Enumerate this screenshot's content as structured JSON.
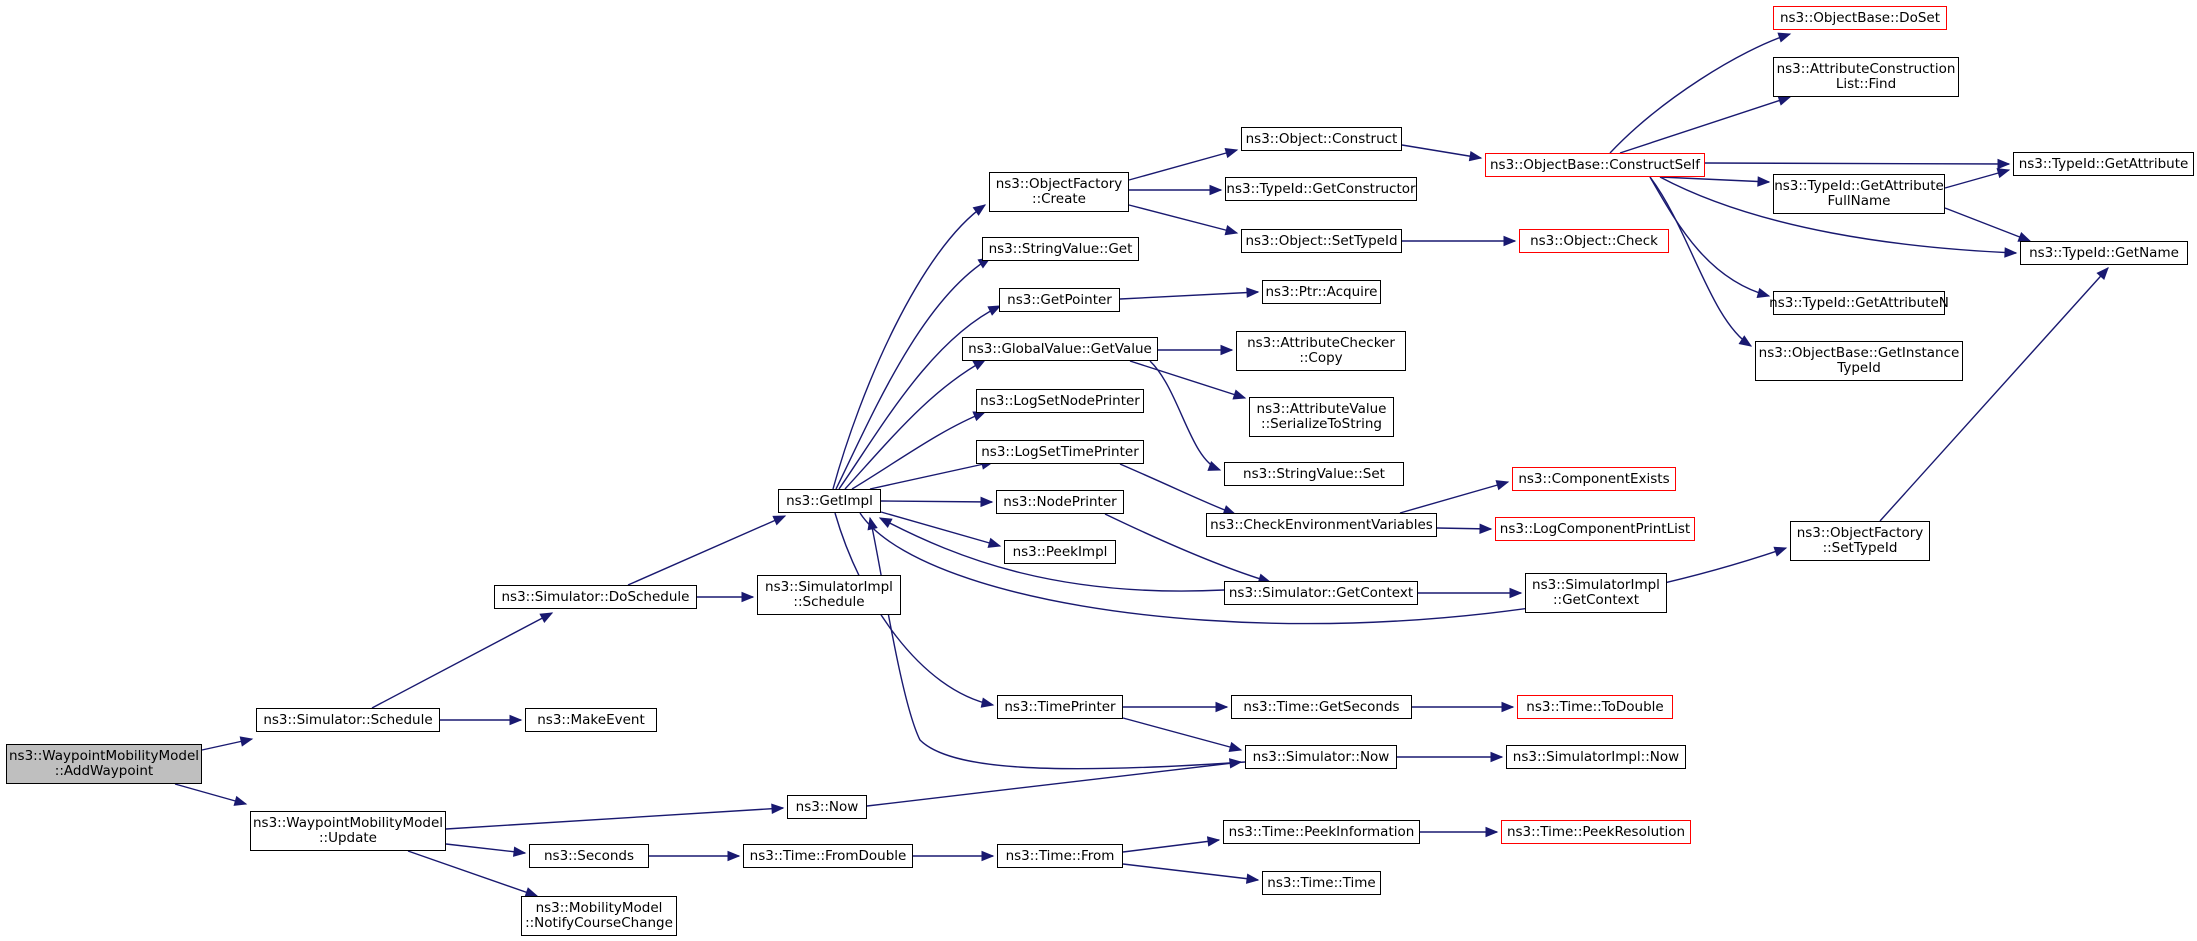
{
  "graph": {
    "edge_color": "#191970",
    "node_border_color": "#000000",
    "truncated_node_border_color": "#ff0000",
    "root_fill_color": "#bfbfbf",
    "nodes": {
      "n_root": "ns3::WaypointMobilityModel\n::AddWaypoint",
      "n_sched": "ns3::Simulator::Schedule",
      "n_update": "ns3::WaypointMobilityModel\n::Update",
      "n_dosched": "ns3::Simulator::DoSchedule",
      "n_makeevent": "ns3::MakeEvent",
      "n_now": "ns3::Now",
      "n_seconds": "ns3::Seconds",
      "n_notify": "ns3::MobilityModel\n::NotifyCourseChange",
      "n_getimpl": "ns3::GetImpl",
      "n_simimplsched": "ns3::SimulatorImpl\n::Schedule",
      "n_fromdouble": "ns3::Time::FromDouble",
      "n_objfactcreate": "ns3::ObjectFactory\n::Create",
      "n_strget": "ns3::StringValue::Get",
      "n_getpointer": "ns3::GetPointer",
      "n_gvgetvalue": "ns3::GlobalValue::GetValue",
      "n_lognodeprinter": "ns3::LogSetNodePrinter",
      "n_logtimeprinter": "ns3::LogSetTimePrinter",
      "n_nodeprinter": "ns3::NodePrinter",
      "n_peekimpl": "ns3::PeekImpl",
      "n_timeprinter": "ns3::TimePrinter",
      "n_timefrom": "ns3::Time::From",
      "n_objconstruct": "ns3::Object::Construct",
      "n_getconstructor": "ns3::TypeId::GetConstructor",
      "n_settypeid": "ns3::Object::SetTypeId",
      "n_ptracquire": "ns3::Ptr::Acquire",
      "n_accopy": "ns3::AttributeChecker\n::Copy",
      "n_avser": "ns3::AttributeValue\n::SerializeToString",
      "n_strset": "ns3::StringValue::Set",
      "n_checkenv": "ns3::CheckEnvironmentVariables",
      "n_simgetctx": "ns3::Simulator::GetContext",
      "n_getseconds": "ns3::Time::GetSeconds",
      "n_simnow": "ns3::Simulator::Now",
      "n_peekinfo": "ns3::Time::PeekInformation",
      "n_timetime": "ns3::Time::Time",
      "n_constructself": "ns3::ObjectBase::ConstructSelf",
      "n_objcheck": "ns3::Object::Check",
      "n_compexists": "ns3::ComponentExists",
      "n_logprintlist": "ns3::LogComponentPrintList",
      "n_simimplgetctx": "ns3::SimulatorImpl\n::GetContext",
      "n_todouble": "ns3::Time::ToDouble",
      "n_simimplnow": "ns3::SimulatorImpl::Now",
      "n_peekres": "ns3::Time::PeekResolution",
      "n_doset": "ns3::ObjectBase::DoSet",
      "n_aclfind": "ns3::AttributeConstruction\nList::Find",
      "n_getattrfull": "ns3::TypeId::GetAttribute\nFullName",
      "n_getattrn": "ns3::TypeId::GetAttributeN",
      "n_getinsttypeid": "ns3::ObjectBase::GetInstance\nTypeId",
      "n_ofsettypeid": "ns3::ObjectFactory\n::SetTypeId",
      "n_getattr": "ns3::TypeId::GetAttribute",
      "n_getname": "ns3::TypeId::GetName"
    }
  }
}
